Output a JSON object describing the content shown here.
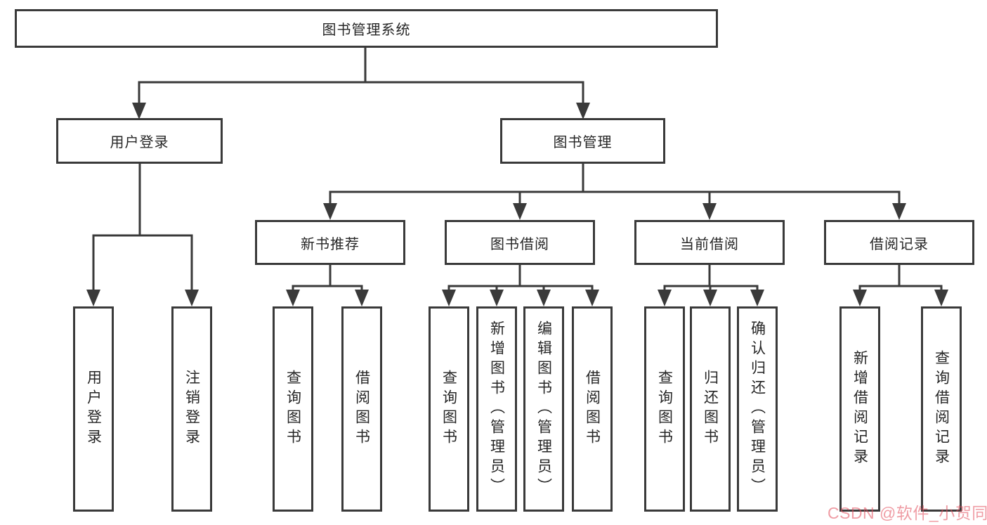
{
  "diagram": {
    "kind": "hierarchy-tree",
    "colors": {
      "line": "#3a3a3a",
      "box_border": "#3a3a3a",
      "box_fill": "#ffffff",
      "text": "#262626",
      "watermark": "#e14b5a"
    },
    "tree": {
      "label": "图书管理系统",
      "children": [
        {
          "label": "用户登录",
          "children": [
            {
              "label": "用户登录"
            },
            {
              "label": "注销登录"
            }
          ]
        },
        {
          "label": "图书管理",
          "children": [
            {
              "label": "新书推荐",
              "children": [
                {
                  "label": "查询图书"
                },
                {
                  "label": "借阅图书"
                }
              ]
            },
            {
              "label": "图书借阅",
              "children": [
                {
                  "label": "查询图书"
                },
                {
                  "label": "新增图书（管理员）"
                },
                {
                  "label": "编辑图书（管理员）"
                },
                {
                  "label": "借阅图书"
                }
              ]
            },
            {
              "label": "当前借阅",
              "children": [
                {
                  "label": "查询图书"
                },
                {
                  "label": "归还图书"
                },
                {
                  "label": "确认归还（管理员）"
                }
              ]
            },
            {
              "label": "借阅记录",
              "children": [
                {
                  "label": "新增借阅记录"
                },
                {
                  "label": "查询借阅记录"
                }
              ]
            }
          ]
        }
      ]
    },
    "watermark": "CSDN @软件_小贺同学"
  }
}
